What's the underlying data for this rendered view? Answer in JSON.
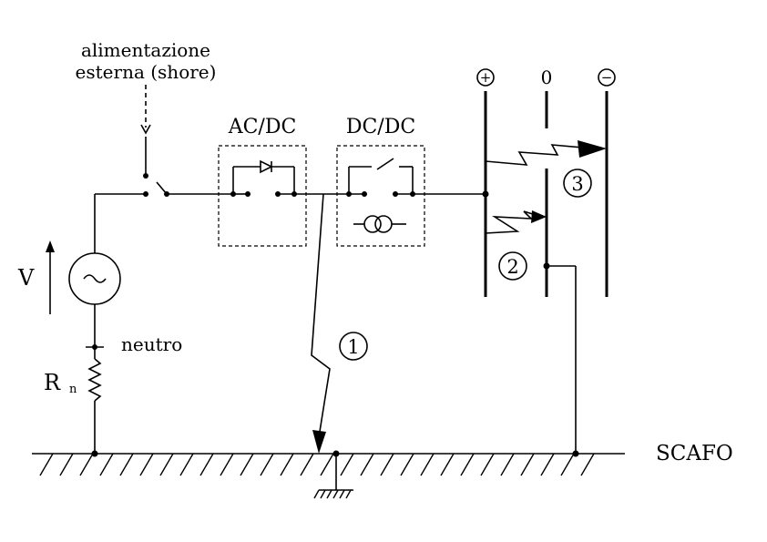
{
  "labels": {
    "shore_line1": "alimentazione",
    "shore_line2": "esterna (shore)",
    "acdc": "AC/DC",
    "dcdc": "DC/DC",
    "plus": "+",
    "zero": "0",
    "minus": "−",
    "voltage": "V",
    "neutral": "neutro",
    "resistor": "R",
    "resistor_sub": "n",
    "hull": "SCAFO",
    "fault1": "1",
    "fault2": "2",
    "fault3": "3"
  }
}
